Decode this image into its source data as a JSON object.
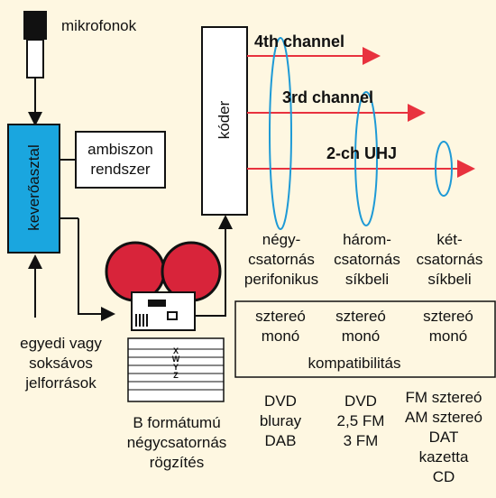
{
  "microphones": "mikrofonok",
  "mixer": "keverőasztal",
  "ambisonic": [
    "ambiszon",
    "rendszer"
  ],
  "encoder": "kóder",
  "sources": [
    "egyedi vagy",
    "soksávos",
    "jelforrások"
  ],
  "recording": [
    "B formátumú",
    "négycsatornás",
    "rögzítés"
  ],
  "tape_tracks": [
    "X",
    "W",
    "Y",
    "Z"
  ],
  "channels": [
    "4th channel",
    "3rd channel",
    "2-ch UHJ"
  ],
  "columns": [
    {
      "title": [
        "négy-",
        "csatornás",
        "perifonikus"
      ],
      "compat": [
        "sztereó",
        "monó"
      ],
      "media": [
        "DVD",
        "bluray",
        "DAB"
      ]
    },
    {
      "title": [
        "három-",
        "csatornás",
        "síkbeli"
      ],
      "compat": [
        "sztereó",
        "monó"
      ],
      "media": [
        "DVD",
        "2,5 FM",
        "3 FM"
      ]
    },
    {
      "title": [
        "két-",
        "csatornás",
        "síkbeli"
      ],
      "compat": [
        "sztereó",
        "monó"
      ],
      "media": [
        "FM sztereó",
        "AM sztereó",
        "DAT",
        "kazetta",
        "CD"
      ]
    }
  ],
  "compatibility": "kompatibilitás",
  "colors": {
    "background": "#FEF7E1",
    "arrow_red": "#E8323E",
    "ellipse": "#1E9AD6",
    "mixer_fill": "#1AA6DF",
    "reel": "#D8243A"
  }
}
